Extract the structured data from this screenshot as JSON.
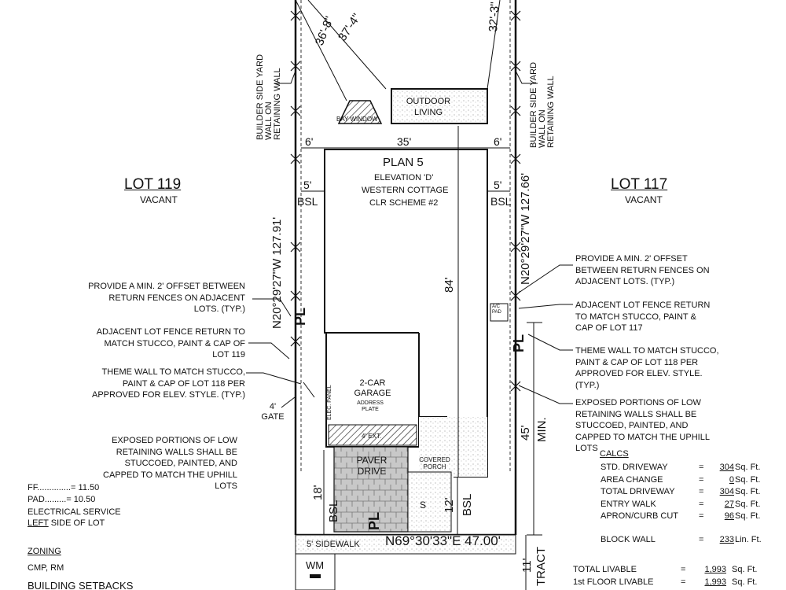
{
  "lots": {
    "left": {
      "name": "LOT 119",
      "status": "VACANT"
    },
    "right": {
      "name": "LOT 117",
      "status": "VACANT"
    }
  },
  "plan": {
    "name": "PLAN 5",
    "elevation": "ELEVATION 'D'",
    "style": "WESTERN COTTAGE",
    "color": "CLR SCHEME #2"
  },
  "rooms": {
    "garage": "2-CAR GARAGE",
    "outdoor": "OUTDOOR LIVING",
    "bay": "BAY WINDOW",
    "porch": "COVERED PORCH",
    "paver": "PAVER DRIVE",
    "ext": "4' EXT.",
    "address": "ADDRESS PLATE",
    "elec": "ELEC. PANEL",
    "ac": "A/C PAD",
    "wm": "WM",
    "s": "S"
  },
  "dims": {
    "width": "35'",
    "depth": "84'",
    "side_left": "6'",
    "side_right": "6'",
    "bsl_left": "5'",
    "bsl_right": "5'",
    "bsl": "BSL",
    "front": "18'",
    "front_porch": "12'",
    "min": "45'",
    "min_label": "MIN.",
    "tract": "11'",
    "tract_label": "TRACT",
    "top1": "36'-8\"",
    "top2": "37'-4\"",
    "top3": "32'-3\"",
    "bearing_left": "N20°29'27\"W 127.91'",
    "bearing_right": "N20°29'27\"W 127.66'",
    "front_line": "N69°30'33\"E 47.00'",
    "sidewalk": "5' SIDEWALK",
    "pl": "PL",
    "gate": "4' GATE"
  },
  "notes": {
    "builder_side": "BUILDER SIDE YARD WALL ON RETAINING WALL",
    "offset": "PROVIDE A MIN. 2' OFFSET BETWEEN RETURN FENCES ON ADJACENT LOTS. (TYP.)",
    "fence_left": "ADJACENT LOT FENCE RETURN TO MATCH STUCCO, PAINT & CAP OF LOT 119",
    "theme_left": "THEME WALL TO MATCH STUCCO, PAINT & CAP OF LOT 118 PER APPROVED FOR ELEV. STYLE. (TYP.)",
    "exposed_left": "EXPOSED PORTIONS OF LOW RETAINING WALLS SHALL BE STUCCOED, PAINTED, AND CAPPED TO MATCH THE UPHILL LOTS",
    "fence_right": "ADJACENT LOT FENCE RETURN TO MATCH STUCCO, PAINT & CAP OF LOT 117",
    "theme_right": "THEME WALL TO MATCH STUCCO, PAINT & CAP OF LOT 118 PER APPROVED FOR ELEV. STYLE. (TYP.)",
    "exposed_right": "EXPOSED PORTIONS OF LOW RETAINING WALLS SHALL BE STUCCOED, PAINTED, AND CAPPED TO MATCH THE UPHILL LOTS"
  },
  "pad_info": {
    "ff_label": "FF",
    "ff_value": "= 11.50",
    "pad_label": "PAD",
    "pad_value": "= 10.50",
    "elec": "ELECTRICAL SERVICE",
    "side_value": "LEFT",
    "side_text": "SIDE OF LOT",
    "zoning_title": "ZONING",
    "zoning": "CMP, RM",
    "setbacks": "BUILDING SETBACKS"
  },
  "calcs": {
    "title": "CALCS",
    "rows": [
      {
        "label": "STD. DRIVEWAY",
        "value": "304",
        "unit": "Sq. Ft."
      },
      {
        "label": "AREA CHANGE",
        "value": "0",
        "unit": "Sq. Ft."
      },
      {
        "label": "TOTAL DRIVEWAY",
        "value": "304",
        "unit": "Sq. Ft."
      },
      {
        "label": "ENTRY WALK",
        "value": "27",
        "unit": "Sq. Ft."
      },
      {
        "label": "APRON/CURB CUT",
        "value": "96",
        "unit": "Sq. Ft."
      }
    ],
    "block_wall": {
      "label": "BLOCK WALL",
      "value": "233",
      "unit": "Lin. Ft."
    },
    "total_livable": {
      "label": "TOTAL LIVABLE",
      "value": "1,993",
      "unit": "Sq. Ft."
    },
    "first_floor": {
      "label": "1st FLOOR LIVABLE",
      "value": "1,993",
      "unit": "Sq. Ft."
    }
  }
}
